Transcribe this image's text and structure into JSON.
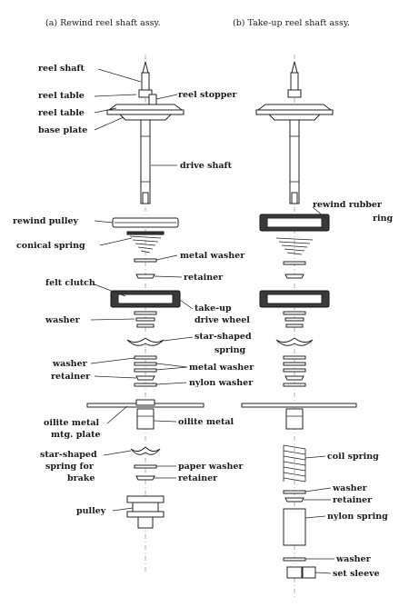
{
  "captions": {
    "a": "(a) Rewind reel shaft assy.",
    "b": "(b) Take-up reel shaft assy."
  },
  "labels": {
    "reel_shaft": "reel shaft",
    "reel_table_1": "reel table",
    "reel_table_2": "reel table",
    "base_plate": "base plate",
    "reel_stopper": "reel stopper",
    "drive_shaft": "drive shaft",
    "rewind_pulley": "rewind pulley",
    "conical_spring": "conical spring",
    "metal_washer_1": "metal washer",
    "retainer_1": "retainer",
    "felt_clutch": "felt clutch",
    "washer_1": "washer",
    "takeup_wheel_1": "take-up",
    "takeup_wheel_2": "drive wheel",
    "star_spring_1": "star-shaped",
    "star_spring_2": "spring",
    "washer_2": "washer",
    "metal_washer_2": "metal washer",
    "retainer_2": "retainer",
    "nylon_washer": "nylon washer",
    "oilite_mtg_1": "oilite metal",
    "oilite_mtg_2": "mtg. plate",
    "oilite_metal": "oilite metal",
    "star_brake_1": "star-shaped",
    "star_brake_2": "spring for",
    "star_brake_3": "brake",
    "paper_washer": "paper washer",
    "retainer_3": "retainer",
    "pulley": "pulley",
    "rewind_rubber_1": "rewind rubber",
    "rewind_rubber_2": "ring",
    "coil_spring": "coil spring",
    "washer_3": "washer",
    "retainer_4": "retainer",
    "nylon_spring": "nylon spring",
    "washer_4": "washer",
    "set_sleeve": "set sleeve"
  }
}
